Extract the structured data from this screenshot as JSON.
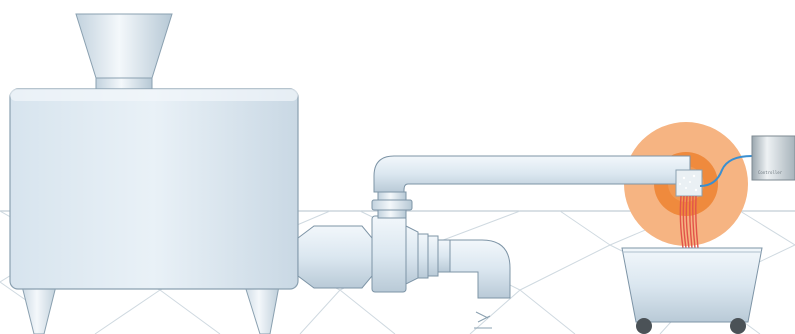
{
  "scene": {
    "kind": "industrial process illustration",
    "components": [
      {
        "id": "hopper",
        "icon": "funnel-hopper-icon"
      },
      {
        "id": "mixing-tank",
        "icon": "tank-icon"
      },
      {
        "id": "pump",
        "icon": "pump-icon"
      },
      {
        "id": "outlet-elbow",
        "icon": "pipe-elbow-icon"
      },
      {
        "id": "transfer-pipe",
        "icon": "pipe-icon"
      },
      {
        "id": "nozzle",
        "icon": "spray-nozzle-icon"
      },
      {
        "id": "control-unit",
        "icon": "control-box-icon"
      },
      {
        "id": "collection-cart",
        "icon": "cart-icon"
      },
      {
        "id": "dripping-strands",
        "icon": "strand-icon"
      },
      {
        "id": "heat-zone",
        "icon": "heat-glow-icon"
      }
    ],
    "colors": {
      "metal_light": "#e8f1f8",
      "metal_mid": "#c7d6e2",
      "metal_dark": "#7d94a6",
      "outline": "#5d7486",
      "glow_outer": "#f6b27e",
      "glow_inner": "#f08a3c",
      "strand": "#e2544a",
      "cable": "#3a8fd0",
      "floor_line": "#c9d4dc",
      "wheel": "#4b5257"
    },
    "control_unit_label": "Controller"
  }
}
